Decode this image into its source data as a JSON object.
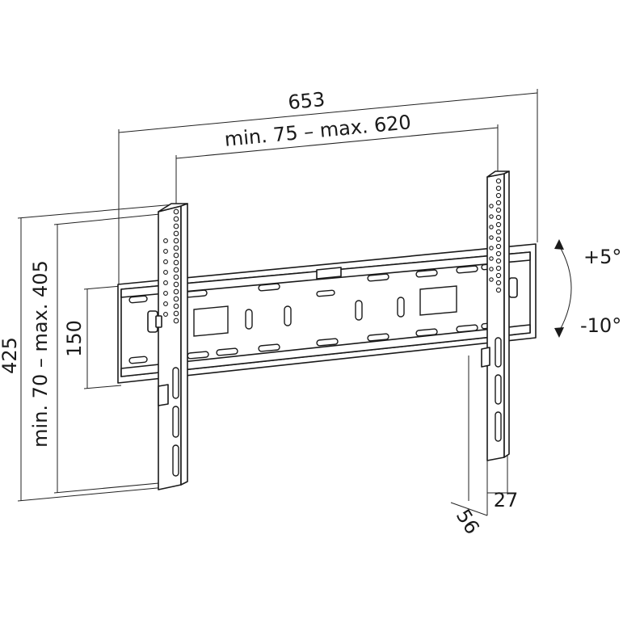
{
  "dimensions": {
    "overall_width": "653",
    "vesa_horizontal": "min. 75 – max. 620",
    "overall_height": "425",
    "vesa_vertical": "min. 70 – max. 405",
    "rail_height": "150",
    "depth_total": "56",
    "depth_rail": "27"
  },
  "tilt": {
    "up": "+5°",
    "down": "-10°"
  }
}
